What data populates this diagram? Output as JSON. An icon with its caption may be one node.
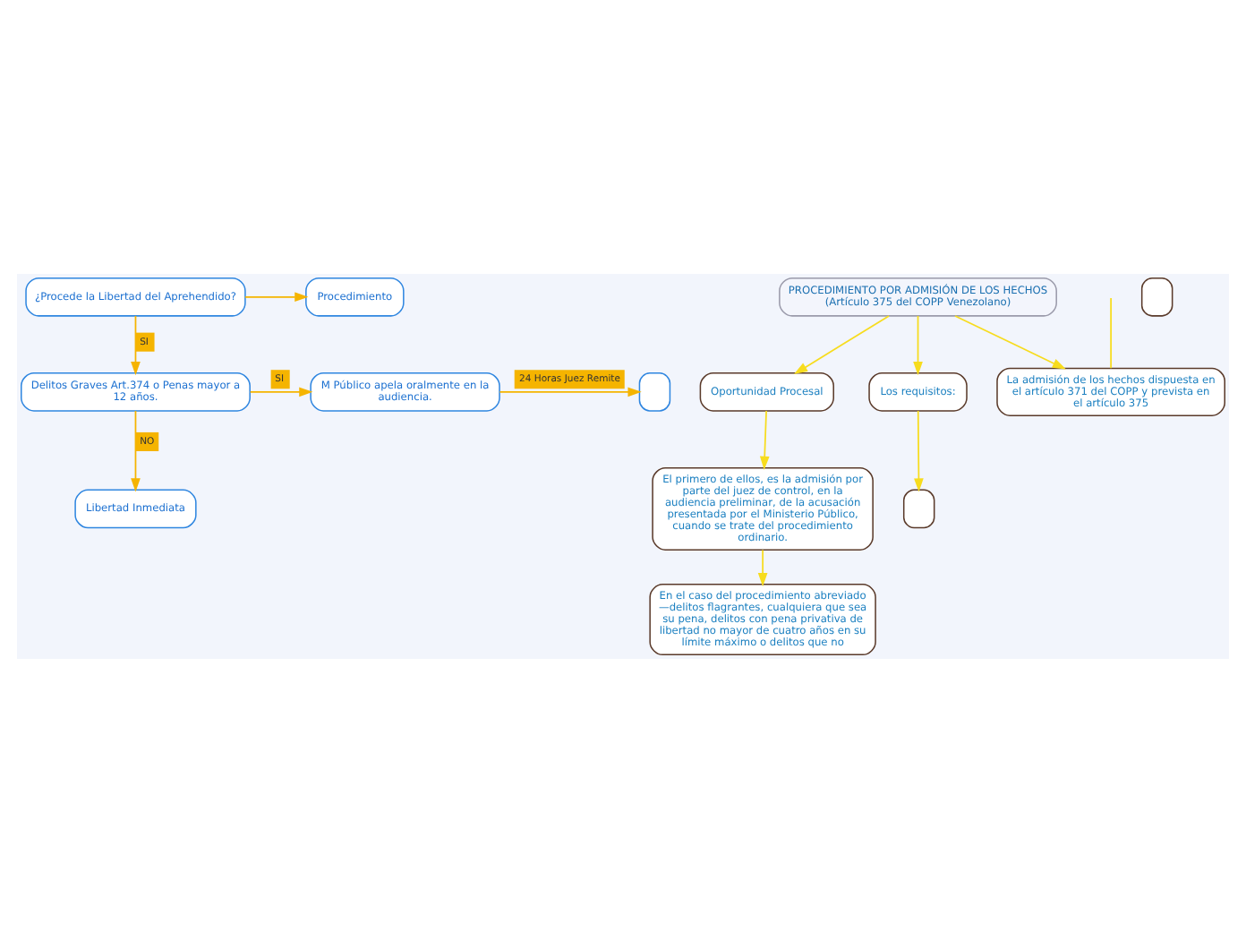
{
  "diagram": {
    "nodes": [
      {
        "text": [
          "¿Procede la Libertad del Aprehendido?"
        ]
      },
      {
        "text": [
          "Procedimiento"
        ]
      },
      {
        "text": [
          "Delitos Graves Art.374 o Penas mayor a 12 años."
        ]
      },
      {
        "text": [
          "M Público apela oralmente en la audiencia."
        ]
      },
      {
        "text": [],
        "shape": "box"
      },
      {
        "text": [
          "Libertad Inmediata"
        ]
      },
      {
        "text": [
          "PROCEDIMIENTO POR ADMISIÓN DE LOS HECHOS (Artículo 375 del COPP Venezolano)"
        ]
      },
      {
        "text": [
          "La admisión de los hechos dispuesta en el artículo 371 del COPP y prevista en el artículo 375"
        ]
      },
      {
        "text": [
          "Oportunidad Procesal"
        ]
      },
      {
        "text": [
          "Los requisitos:"
        ]
      },
      {
        "text": [
          "El primero de ellos, es la admisión por parte del juez de control, en la audiencia preliminar, de la acusación presentada por el Ministerio Público, cuando se trate del procedimiento ordinario."
        ]
      },
      {
        "text": [
          "En el caso del procedimiento abreviado —delitos flagrantes, cualquiera que sea su pena, delitos con pena privativa de libertad no mayor de cuatro años en su límite máximo o delitos que no"
        ]
      },
      {
        "text": [],
        "shape": "box"
      },
      {
        "text": [],
        "shape": "box"
      }
    ],
    "edges": [
      {
        "from": 0,
        "to": 1,
        "arrow": "to",
        "color": "#f5b400"
      },
      {
        "from": 0,
        "to": 2,
        "arrow": "to",
        "label": "SI",
        "color": "#f5b400"
      },
      {
        "from": 2,
        "to": 3,
        "arrow": "to",
        "label": "SI",
        "color": "#f5b400"
      },
      {
        "from": 3,
        "to": 4,
        "arrow": "to",
        "label": "24 Horas Juez Remite",
        "color": "#f5b400"
      },
      {
        "from": 2,
        "to": 5,
        "arrow": "to",
        "label": "NO",
        "color": "#f5b400"
      },
      {
        "from": 6,
        "to": 7,
        "arrow": "to"
      },
      {
        "from": 6,
        "to": 8,
        "arrow": "to"
      },
      {
        "from": 6,
        "to": 9,
        "arrow": "to"
      },
      {
        "from": null,
        "to": 7,
        "arrow": "none"
      },
      {
        "from": 8,
        "to": 10,
        "arrow": "to"
      },
      {
        "from": 10,
        "to": 11,
        "arrow": "to"
      },
      {
        "from": 9,
        "to": 12,
        "arrow": "to"
      }
    ]
  }
}
